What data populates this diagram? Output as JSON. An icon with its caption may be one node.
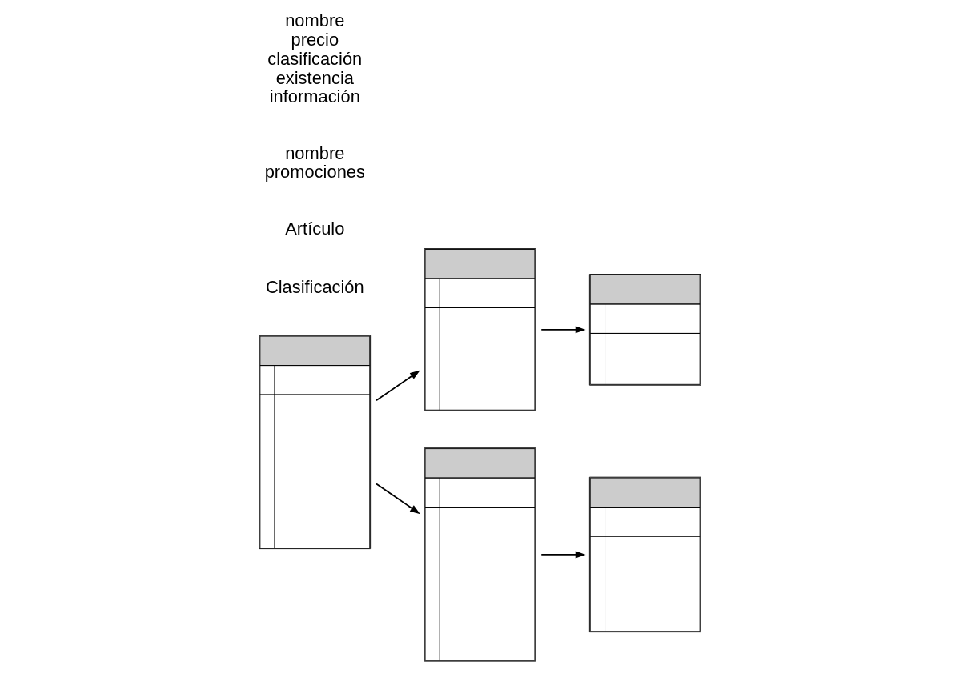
{
  "diagram": {
    "nodes": [
      {
        "text": [],
        "shape": "box"
      },
      {
        "text": [],
        "shape": "box"
      },
      {
        "text": [],
        "shape": "box"
      },
      {
        "text": [],
        "shape": "box"
      },
      {
        "text": [],
        "shape": "box"
      }
    ],
    "edges": [
      {
        "from": 1,
        "to": 0,
        "arrow": "to"
      },
      {
        "from": 2,
        "to": 1,
        "arrow": "to"
      },
      {
        "from": 2,
        "to": 3,
        "arrow": "to"
      },
      {
        "from": 3,
        "to": 4,
        "arrow": "to"
      }
    ],
    "labels": [
      "Clasificación",
      "Artículo",
      "nombre promociones",
      "nombre precio clasificación existencia información"
    ]
  }
}
